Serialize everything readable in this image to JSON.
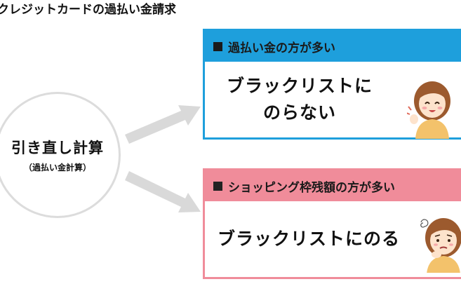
{
  "title": "クレジットカードの過払い金請求",
  "center": {
    "label": "引き直し計算",
    "sublabel": "（過払い金計算）"
  },
  "cases": [
    {
      "header": "過払い金の方が多い",
      "result_line1": "ブラックリストに",
      "result_line2": "のらない",
      "color": "#1e9fdc",
      "icon": "happy-girl-icon"
    },
    {
      "header": "ショッピング枠残額の方が多い",
      "result": "ブラックリストにのる",
      "color": "#f08c9a",
      "icon": "worried-girl-icon"
    }
  ]
}
